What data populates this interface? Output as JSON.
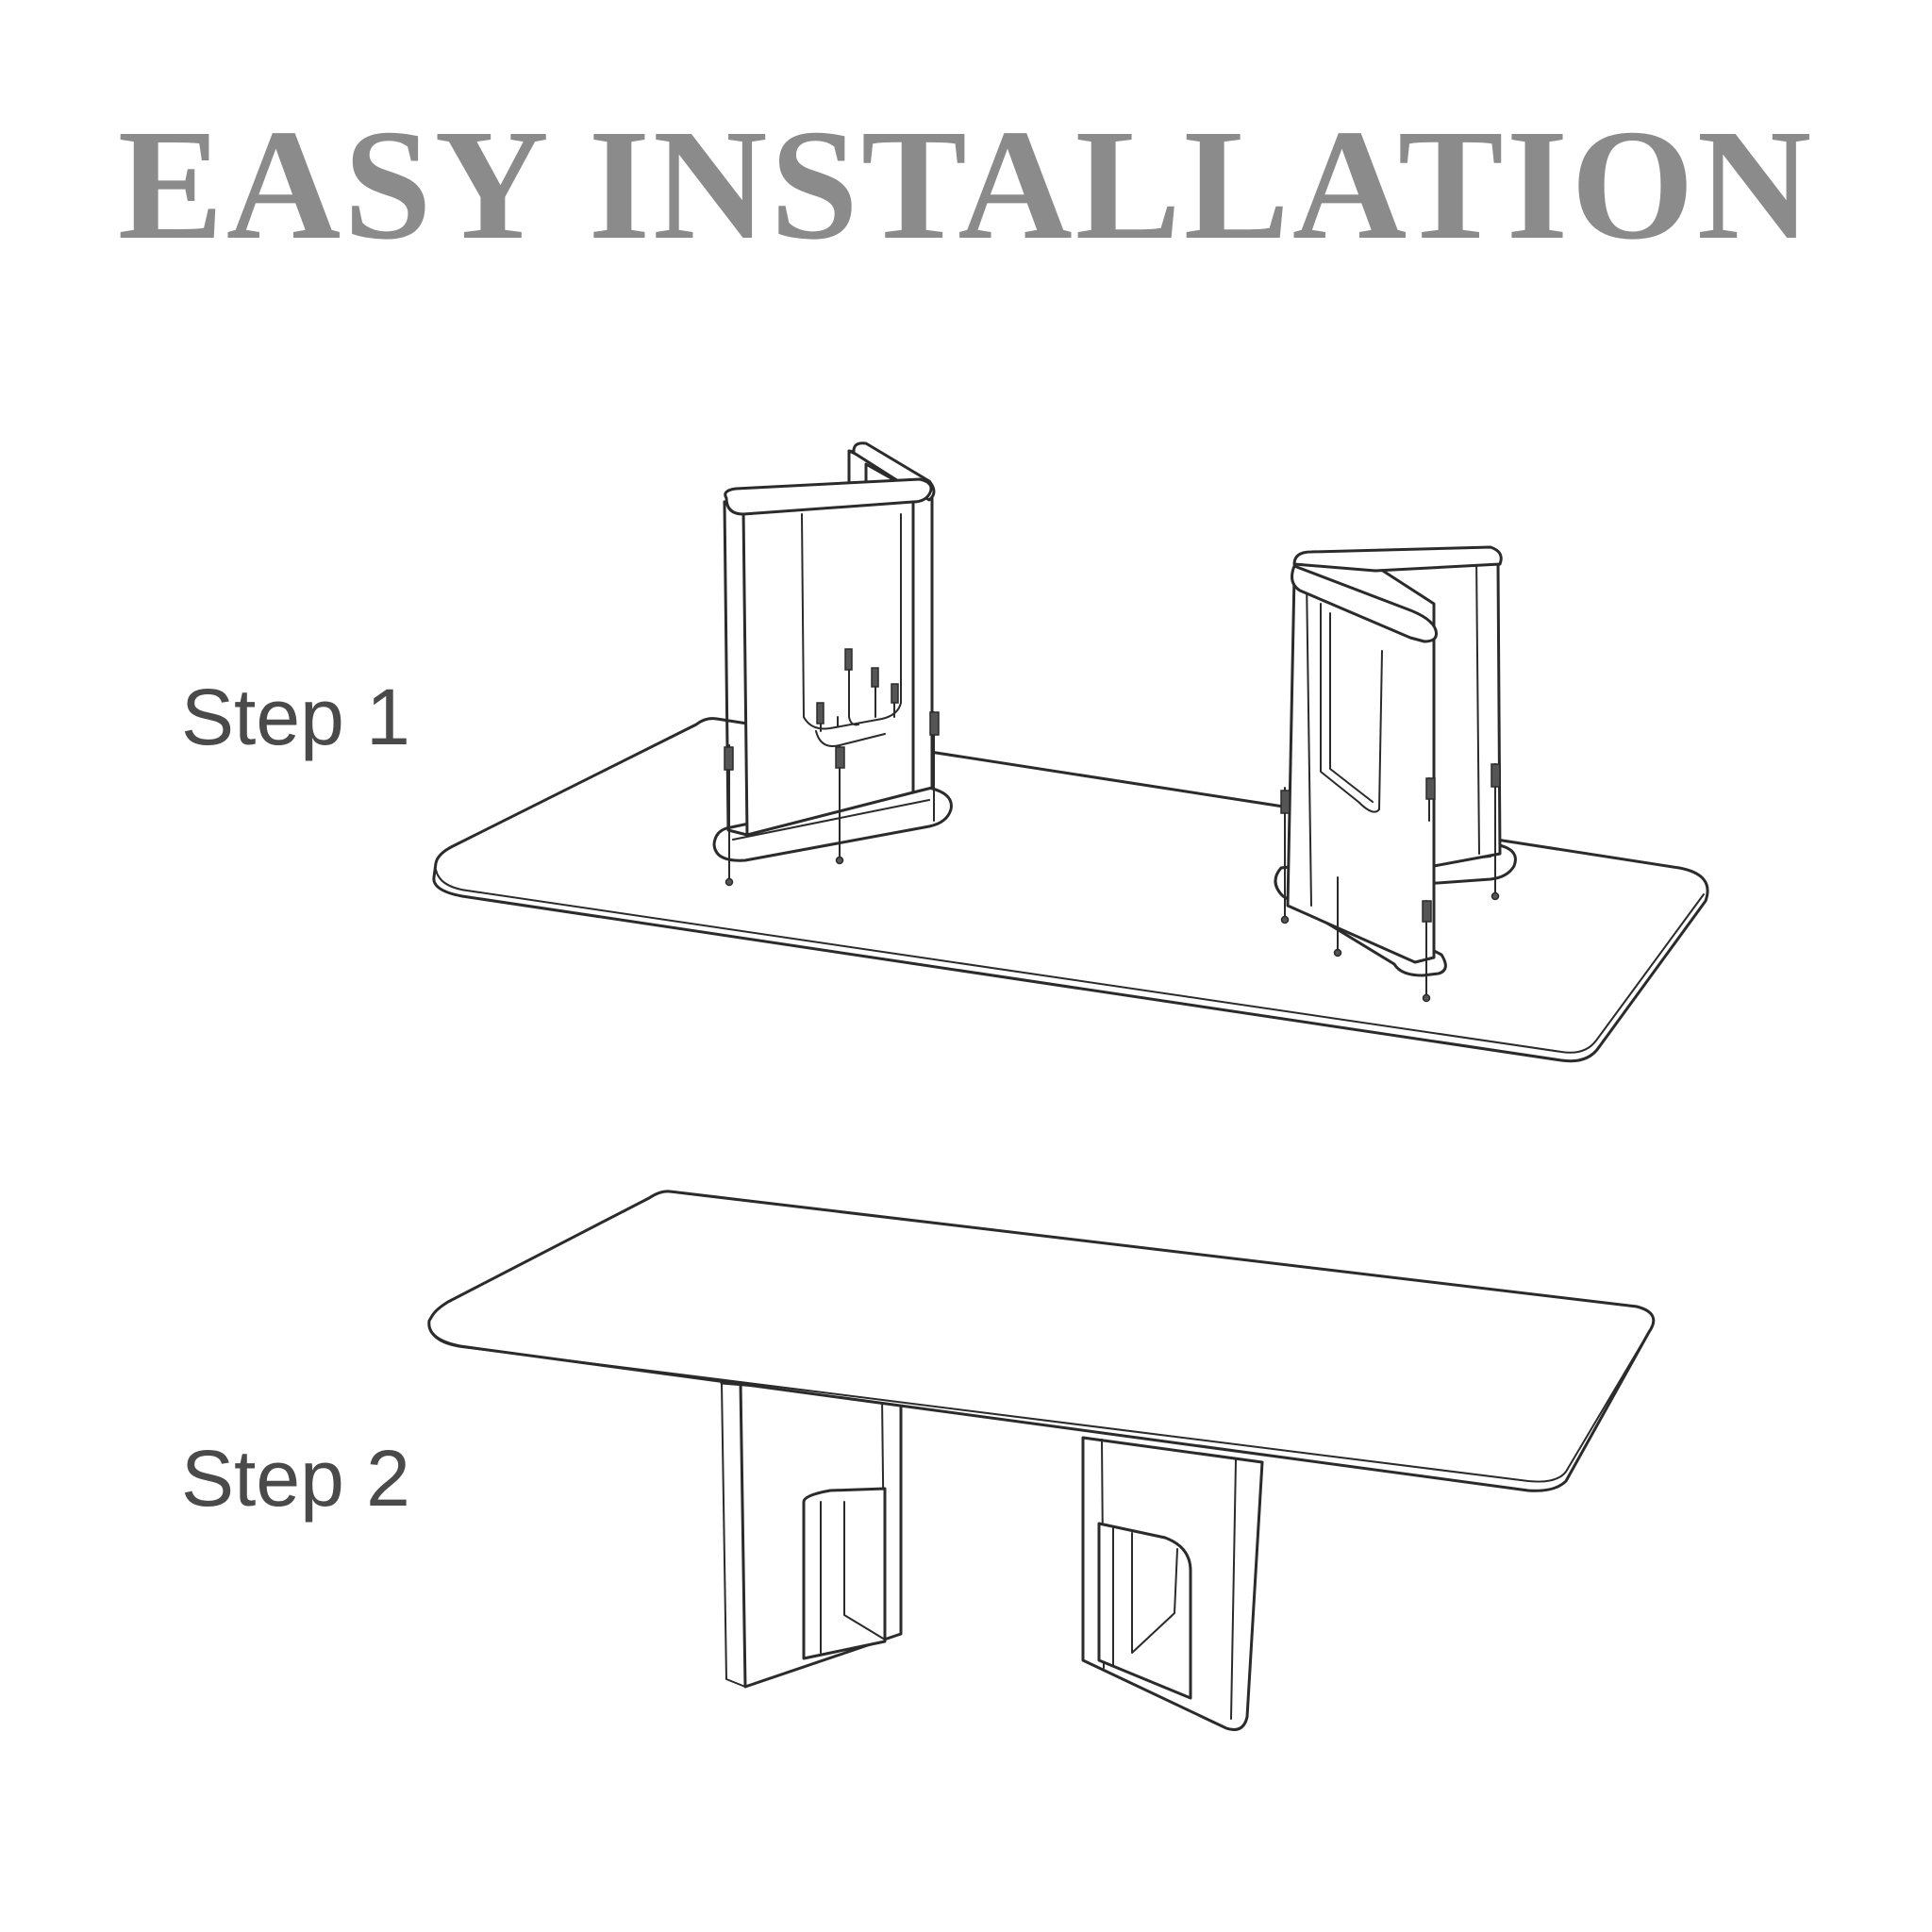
{
  "title": "EASY INSTALLATION",
  "steps": [
    {
      "label": "Step 1"
    },
    {
      "label": "Step 2"
    }
  ],
  "colors": {
    "title": "#8b8b8b",
    "step_label": "#4a4a4a",
    "line": "#2b2b2b",
    "background": "#ffffff"
  }
}
